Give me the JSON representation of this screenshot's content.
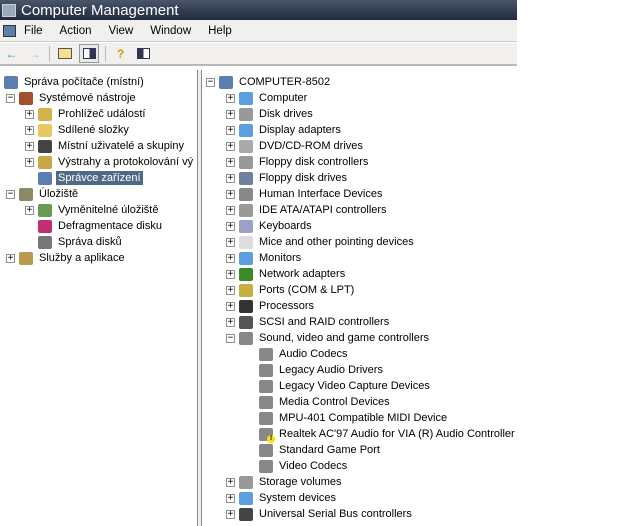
{
  "title": "Computer Management",
  "menu": [
    "File",
    "Action",
    "View",
    "Window",
    "Help"
  ],
  "toolbar": [
    "back",
    "forward",
    "up",
    "show-hide-tree",
    "help",
    "show-hide-action-pane"
  ],
  "left_tree": [
    {
      "label": "Správa počítače (místní)",
      "level": 0,
      "exp": "",
      "icon": "computer",
      "color": "#5a7fb0"
    },
    {
      "label": "Systémové nástroje",
      "level": 1,
      "exp": "-",
      "icon": "tools",
      "color": "#a0522d"
    },
    {
      "label": "Prohlížeč událostí",
      "level": 2,
      "exp": "+",
      "icon": "event-viewer",
      "color": "#d4b24a"
    },
    {
      "label": "Sdílené složky",
      "level": 2,
      "exp": "+",
      "icon": "shared-folder",
      "color": "#e8c860"
    },
    {
      "label": "Místní uživatelé a skupiny",
      "level": 2,
      "exp": "+",
      "icon": "users",
      "color": "#444"
    },
    {
      "label": "Výstrahy a protokolování vý",
      "level": 2,
      "exp": "+",
      "icon": "performance",
      "color": "#c9a646"
    },
    {
      "label": "Správce zařízení",
      "level": 2,
      "exp": "",
      "icon": "device-manager",
      "color": "#5a7fb0",
      "selected": true
    },
    {
      "label": "Úložiště",
      "level": 1,
      "exp": "-",
      "icon": "storage",
      "color": "#8a8a6a"
    },
    {
      "label": "Vyměnitelné úložiště",
      "level": 2,
      "exp": "+",
      "icon": "removable-storage",
      "color": "#6a9a50"
    },
    {
      "label": "Defragmentace disku",
      "level": 2,
      "exp": "",
      "icon": "defrag",
      "color": "#c03070"
    },
    {
      "label": "Správa disků",
      "level": 2,
      "exp": "",
      "icon": "disk-management",
      "color": "#777"
    },
    {
      "label": "Služby a aplikace",
      "level": 1,
      "exp": "+",
      "icon": "services",
      "color": "#b89a50"
    }
  ],
  "right_tree": [
    {
      "label": "COMPUTER-8502",
      "level": 0,
      "exp": "-",
      "icon": "computer",
      "color": "#5a7fb0"
    },
    {
      "label": "Computer",
      "level": 1,
      "exp": "+",
      "icon": "computer",
      "color": "#5d9ee0"
    },
    {
      "label": "Disk drives",
      "level": 1,
      "exp": "+",
      "icon": "disk-drive",
      "color": "#999"
    },
    {
      "label": "Display adapters",
      "level": 1,
      "exp": "+",
      "icon": "display",
      "color": "#5d9ee0"
    },
    {
      "label": "DVD/CD-ROM drives",
      "level": 1,
      "exp": "+",
      "icon": "dvd",
      "color": "#aaa"
    },
    {
      "label": "Floppy disk controllers",
      "level": 1,
      "exp": "+",
      "icon": "controller",
      "color": "#999"
    },
    {
      "label": "Floppy disk drives",
      "level": 1,
      "exp": "+",
      "icon": "floppy",
      "color": "#7080a0"
    },
    {
      "label": "Human Interface Devices",
      "level": 1,
      "exp": "+",
      "icon": "hid",
      "color": "#888"
    },
    {
      "label": "IDE ATA/ATAPI controllers",
      "level": 1,
      "exp": "+",
      "icon": "controller",
      "color": "#999"
    },
    {
      "label": "Keyboards",
      "level": 1,
      "exp": "+",
      "icon": "keyboard",
      "color": "#9aa0c8"
    },
    {
      "label": "Mice and other pointing devices",
      "level": 1,
      "exp": "+",
      "icon": "mouse",
      "color": "#ddd"
    },
    {
      "label": "Monitors",
      "level": 1,
      "exp": "+",
      "icon": "monitor",
      "color": "#5d9ee0"
    },
    {
      "label": "Network adapters",
      "level": 1,
      "exp": "+",
      "icon": "network",
      "color": "#3a8a2a"
    },
    {
      "label": "Ports (COM & LPT)",
      "level": 1,
      "exp": "+",
      "icon": "port",
      "color": "#c8b040"
    },
    {
      "label": "Processors",
      "level": 1,
      "exp": "+",
      "icon": "processor",
      "color": "#333"
    },
    {
      "label": "SCSI and RAID controllers",
      "level": 1,
      "exp": "+",
      "icon": "scsi",
      "color": "#555"
    },
    {
      "label": "Sound, video and game controllers",
      "level": 1,
      "exp": "-",
      "icon": "sound",
      "color": "#888"
    },
    {
      "label": "Audio Codecs",
      "level": 2,
      "exp": "",
      "icon": "sound",
      "color": "#888"
    },
    {
      "label": "Legacy Audio Drivers",
      "level": 2,
      "exp": "",
      "icon": "sound",
      "color": "#888"
    },
    {
      "label": "Legacy Video Capture Devices",
      "level": 2,
      "exp": "",
      "icon": "sound",
      "color": "#888"
    },
    {
      "label": "Media Control Devices",
      "level": 2,
      "exp": "",
      "icon": "sound",
      "color": "#888"
    },
    {
      "label": "MPU-401 Compatible MIDI Device",
      "level": 2,
      "exp": "",
      "icon": "sound",
      "color": "#888"
    },
    {
      "label": "Realtek AC'97 Audio for VIA (R) Audio Controller",
      "level": 2,
      "exp": "",
      "icon": "sound-warning",
      "color": "#888",
      "warning": true
    },
    {
      "label": "Standard Game Port",
      "level": 2,
      "exp": "",
      "icon": "sound",
      "color": "#888"
    },
    {
      "label": "Video Codecs",
      "level": 2,
      "exp": "",
      "icon": "sound",
      "color": "#888"
    },
    {
      "label": "Storage volumes",
      "level": 1,
      "exp": "+",
      "icon": "storage-volume",
      "color": "#999"
    },
    {
      "label": "System devices",
      "level": 1,
      "exp": "+",
      "icon": "system",
      "color": "#5d9ee0"
    },
    {
      "label": "Universal Serial Bus controllers",
      "level": 1,
      "exp": "+",
      "icon": "usb",
      "color": "#444"
    }
  ]
}
